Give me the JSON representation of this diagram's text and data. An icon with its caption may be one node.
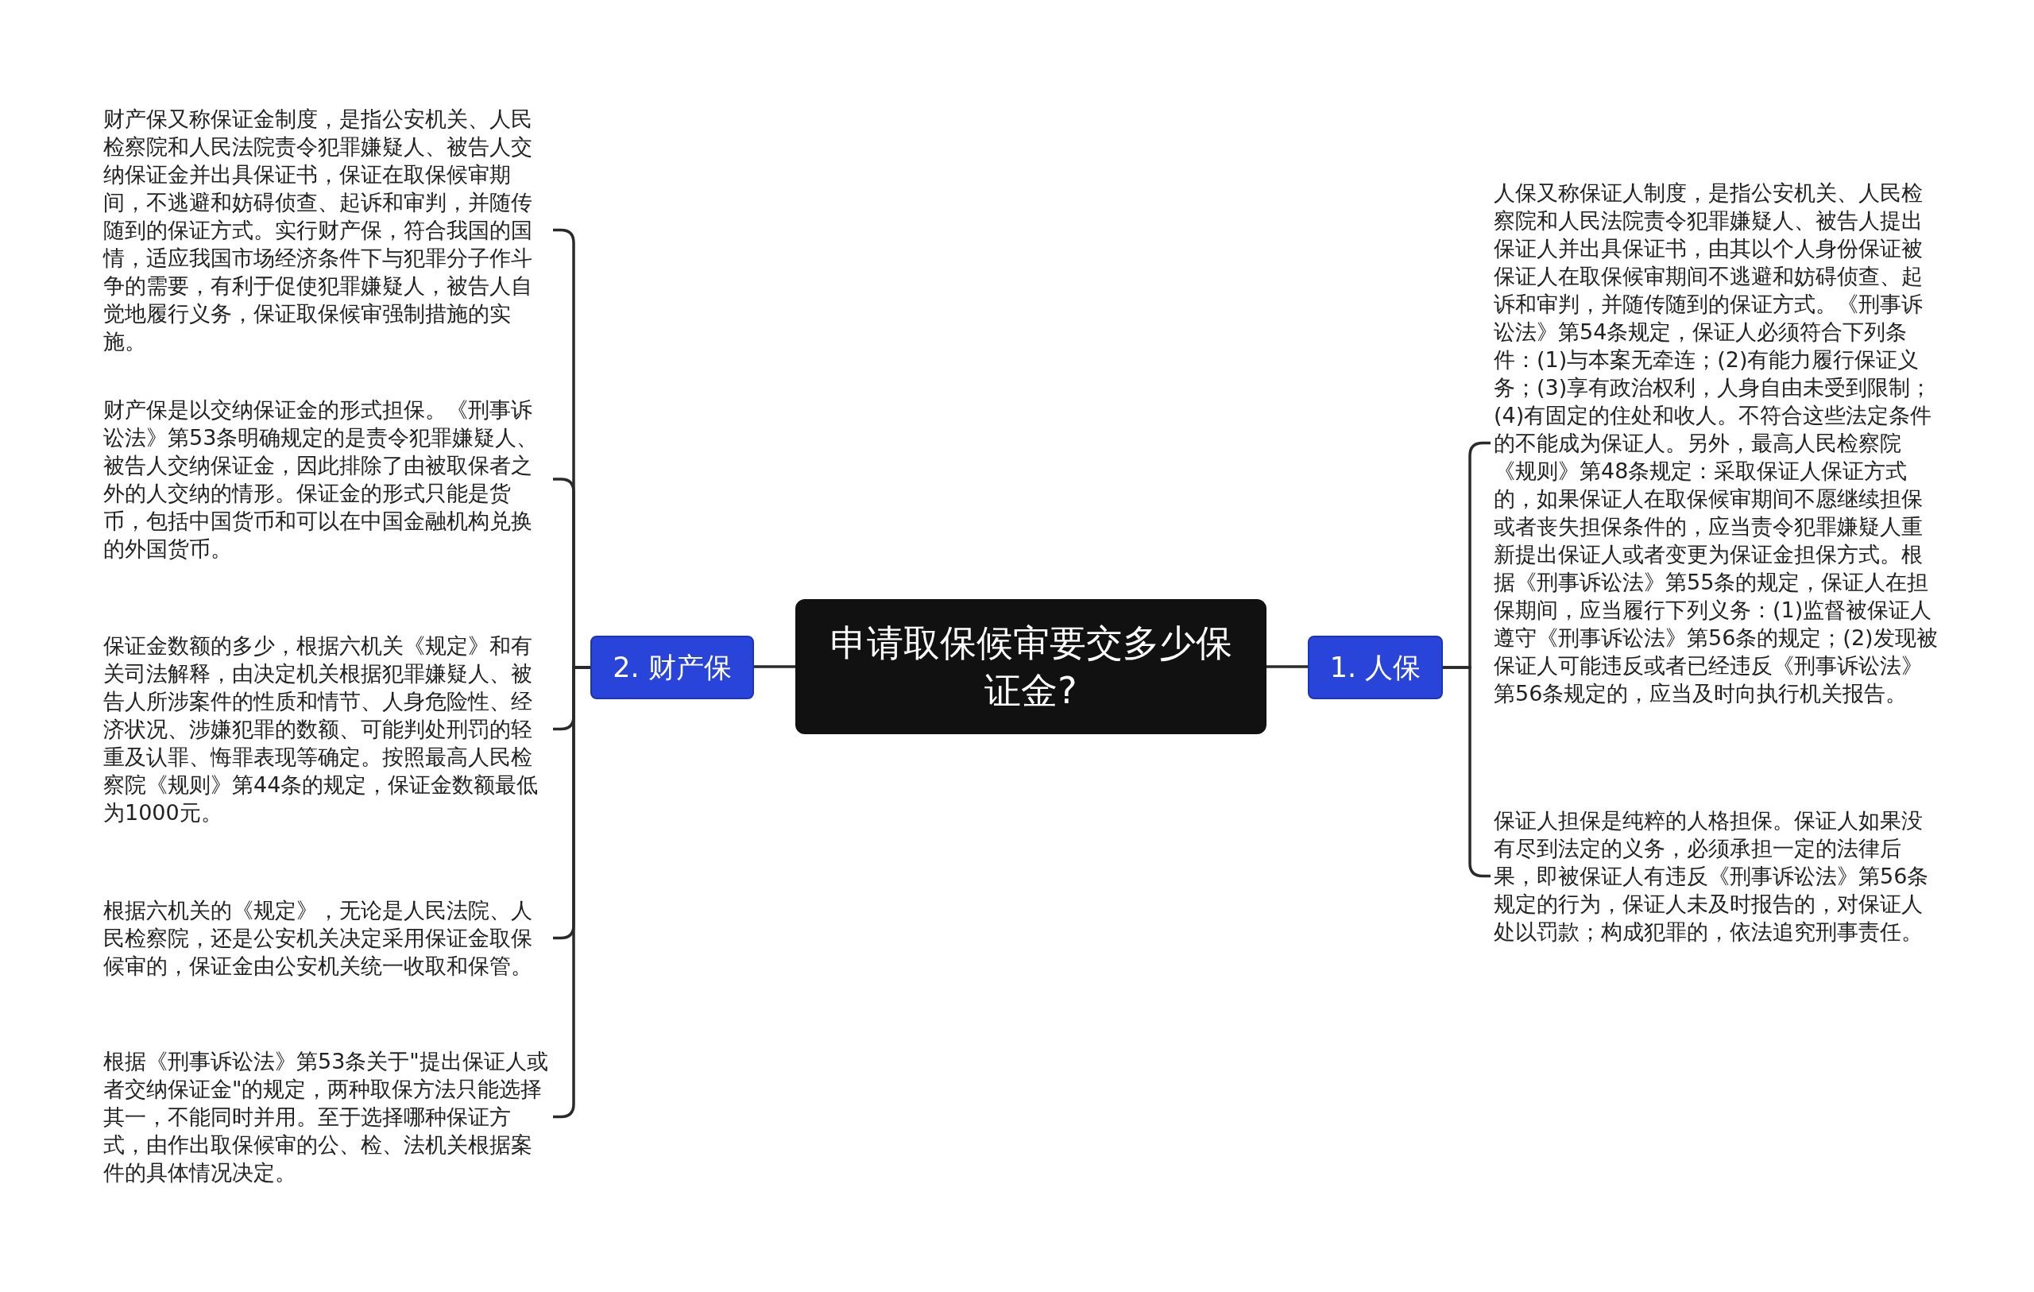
{
  "diagram": {
    "nodes": [
      {
        "text": [
          "申请取保候审要交多少保证金?"
        ]
      },
      {
        "text": [
          "1. 人保"
        ]
      },
      {
        "text": [
          "人保又称保证人制度，是指公安机关、人民检察院和人民法院责令犯罪嫌疑人、被告人提出保证人并出具保证书，由其以个人身份保证被保证人在取保候审期间不逃避和妨碍侦查、起诉和审判，并随传随到的保证方式。《刑事诉讼法》第54条规定，保证人必须符合下列条件：(1)与本案无牵连；(2)有能力履行保证义务；(3)享有政治权利，人身自由未受到限制；(4)有固定的住处和收人。不符合这些法定条件的不能成为保证人。另外，最高人民检察院《规则》第48条规定：采取保证人保证方式的，如果保证人在取保候审期间不愿继续担保或者丧失担保条件的，应当责令犯罪嫌疑人重新提出保证人或者变更为保证金担保方式。根据《刑事诉讼法》第55条的规定，保证人在担保期间，应当履行下列义务：(1)监督被保证人遵守《刑事诉讼法》第56条的规定；(2)发现被保证人可能违反或者已经违反《刑事诉讼法》第56条规定的，应当及时向执行机关报告。"
        ]
      },
      {
        "text": [
          "保证人担保是纯粹的人格担保。保证人如果没有尽到法定的义务，必须承担一定的法律后果，即被保证人有违反《刑事诉讼法》第56条规定的行为，保证人未及时报告的，对保证人处以罚款；构成犯罪的，依法追究刑事责任。"
        ]
      },
      {
        "text": [
          "2. 财产保"
        ]
      },
      {
        "text": [
          "财产保又称保证金制度，是指公安机关、人民检察院和人民法院责令犯罪嫌疑人、被告人交纳保证金并出具保证书，保证在取保候审期间，不逃避和妨碍侦查、起诉和审判，并随传随到的保证方式。实行财产保，符合我国的国情，适应我国市场经济条件下与犯罪分子作斗争的需要，有利于促使犯罪嫌疑人，被告人自觉地履行义务，保证取保候审强制措施的实施。"
        ]
      },
      {
        "text": [
          "财产保是以交纳保证金的形式担保。《刑事诉讼法》第53条明确规定的是责令犯罪嫌疑人、被告人交纳保证金，因此排除了由被取保者之外的人交纳的情形。保证金的形式只能是货币，包括中国货币和可以在中国金融机构兑换的外国货币。"
        ]
      },
      {
        "text": [
          "保证金数额的多少，根据六机关《规定》和有关司法解释，由决定机关根据犯罪嫌疑人、被告人所涉案件的性质和情节、人身危险性、经济状况、涉嫌犯罪的数额、可能判处刑罚的轻重及认罪、悔罪表现等确定。按照最高人民检察院《规则》第44条的规定，保证金数额最低为1000元。"
        ]
      },
      {
        "text": [
          "根据六机关的《规定》，无论是人民法院、人民检察院，还是公安机关决定采用保证金取保候审的，保证金由公安机关统一收取和保管。"
        ]
      },
      {
        "text": [
          "根据《刑事诉讼法》第53条关于\"提出保证人或者交纳保证金\"的规定，两种取保方法只能选择其一，不能同时并用。至于选择哪种保证方式，由作出取保候审的公、检、法机关根据案件的具体情况决定。"
        ]
      }
    ],
    "edges": [
      {
        "from": 0,
        "to": 1,
        "arrow": "none"
      },
      {
        "from": 1,
        "to": 2,
        "arrow": "none"
      },
      {
        "from": 1,
        "to": 3,
        "arrow": "none"
      },
      {
        "from": 0,
        "to": 4,
        "arrow": "none"
      },
      {
        "from": 4,
        "to": 5,
        "arrow": "none"
      },
      {
        "from": 4,
        "to": 6,
        "arrow": "none"
      },
      {
        "from": 4,
        "to": 7,
        "arrow": "none"
      },
      {
        "from": 4,
        "to": 8,
        "arrow": "none"
      },
      {
        "from": 4,
        "to": 9,
        "arrow": "none"
      }
    ]
  }
}
